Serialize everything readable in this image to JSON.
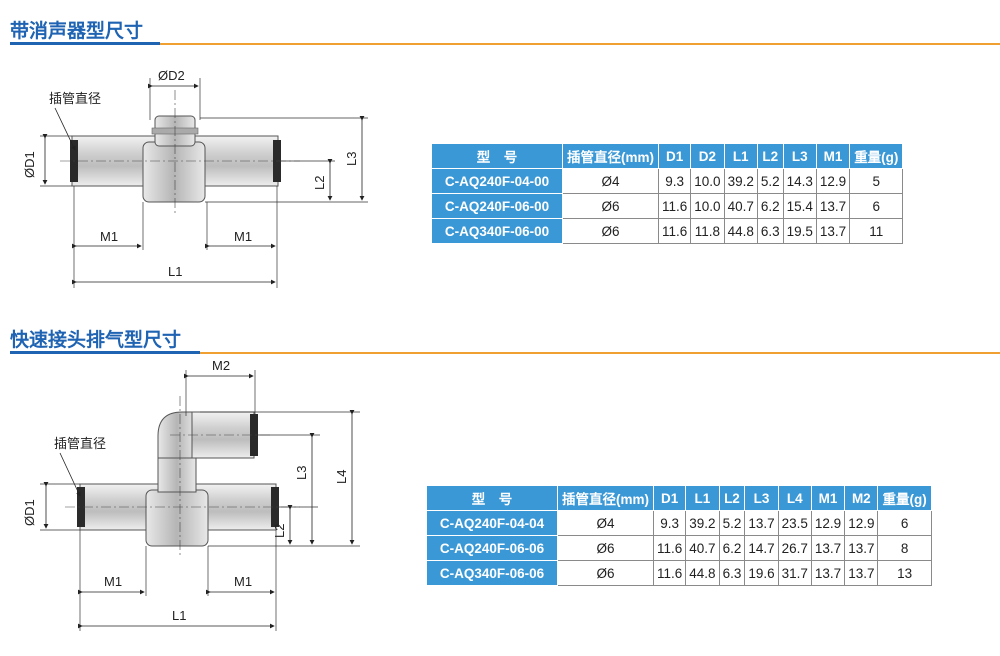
{
  "section1": {
    "title": "带消声器型尺寸",
    "labels": {
      "d2": "ØD2",
      "tube": "插管直径",
      "d1": "ØD1",
      "l3": "L3",
      "l2": "L2",
      "m1a": "M1",
      "m1b": "M1",
      "l1": "L1"
    },
    "table": {
      "headers": [
        "型　号",
        "插管直径(mm)",
        "D1",
        "D2",
        "L1",
        "L2",
        "L3",
        "M1",
        "重量(g)"
      ],
      "rows": [
        [
          "C-AQ240F-04-00",
          "Ø4",
          "9.3",
          "10.0",
          "39.2",
          "5.2",
          "14.3",
          "12.9",
          "5"
        ],
        [
          "C-AQ240F-06-00",
          "Ø6",
          "11.6",
          "10.0",
          "40.7",
          "6.2",
          "15.4",
          "13.7",
          "6"
        ],
        [
          "C-AQ340F-06-00",
          "Ø6",
          "11.6",
          "11.8",
          "44.8",
          "6.3",
          "19.5",
          "13.7",
          "11"
        ]
      ]
    }
  },
  "section2": {
    "title": "快速接头排气型尺寸",
    "labels": {
      "m2": "M2",
      "tube": "插管直径",
      "d1": "ØD1",
      "l3": "L3",
      "l4": "L4",
      "l2": "L2",
      "m1a": "M1",
      "m1b": "M1",
      "l1": "L1"
    },
    "table": {
      "headers": [
        "型　号",
        "插管直径(mm)",
        "D1",
        "L1",
        "L2",
        "L3",
        "L4",
        "M1",
        "M2",
        "重量(g)"
      ],
      "rows": [
        [
          "C-AQ240F-04-04",
          "Ø4",
          "9.3",
          "39.2",
          "5.2",
          "13.7",
          "23.5",
          "12.9",
          "12.9",
          "6"
        ],
        [
          "C-AQ240F-06-06",
          "Ø6",
          "11.6",
          "40.7",
          "6.2",
          "14.7",
          "26.7",
          "13.7",
          "13.7",
          "8"
        ],
        [
          "C-AQ340F-06-06",
          "Ø6",
          "11.6",
          "44.8",
          "6.3",
          "19.6",
          "31.7",
          "13.7",
          "13.7",
          "13"
        ]
      ]
    }
  },
  "colors": {
    "title": "#1f63b3",
    "rule_accent": "#f0a030",
    "table_header": "#3a98d6"
  }
}
